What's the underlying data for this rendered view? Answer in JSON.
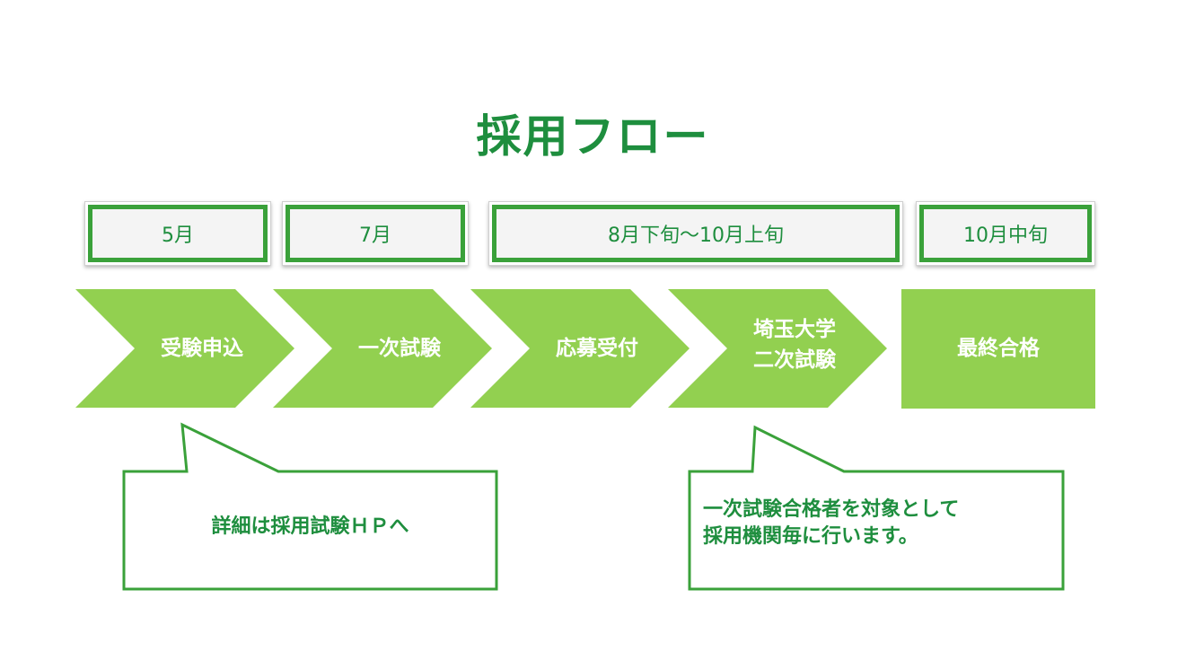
{
  "title": "採用フロー",
  "colors": {
    "accent_green": "#1e8e3e",
    "arrow_green": "#92d050",
    "box_border_green": "#3aa13a"
  },
  "timeline": [
    {
      "label": "5月"
    },
    {
      "label": "7月"
    },
    {
      "label": "8月下旬〜10月上旬"
    },
    {
      "label": "10月中旬"
    }
  ],
  "steps": [
    {
      "label": "受験申込"
    },
    {
      "label": "一次試験"
    },
    {
      "label": "応募受付"
    },
    {
      "label": "埼玉大学\n二次試験"
    },
    {
      "label": "最終合格"
    }
  ],
  "callouts": [
    {
      "text": "詳細は採用試験ＨＰへ"
    },
    {
      "text": "一次試験合格者を対象として\n採用機関毎に行います。"
    }
  ]
}
